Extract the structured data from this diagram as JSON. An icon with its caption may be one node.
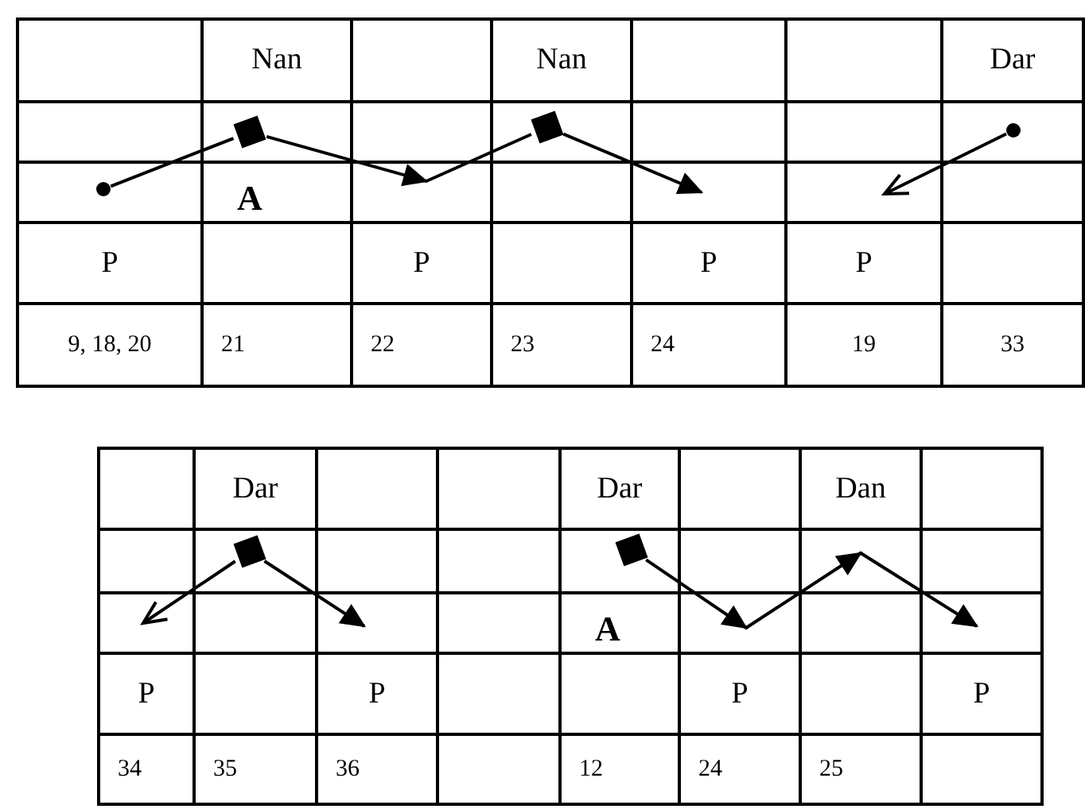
{
  "diagram": {
    "nodes": [
      {
        "text": [],
        "shape": "circle"
      },
      {
        "text": [],
        "shape": "box"
      },
      {
        "text": [],
        "shape": "box"
      },
      {
        "text": [],
        "shape": "circle"
      },
      {
        "text": [],
        "shape": "box"
      },
      {
        "text": [],
        "shape": "box"
      }
    ],
    "edges": [
      {
        "from": 0,
        "to": 1,
        "arrow": "none"
      },
      {
        "from": 1,
        "to": 2,
        "arrow": "to"
      },
      {
        "from": 2,
        "to": null,
        "arrow": "to"
      },
      {
        "from": 3,
        "to": null,
        "arrow": "to"
      },
      {
        "from": 4,
        "to": null,
        "arrow": "to"
      },
      {
        "from": 4,
        "to": null,
        "arrow": "to"
      },
      {
        "from": 5,
        "to": null,
        "arrow": "to"
      }
    ],
    "labels": [
      "Nan",
      "Nan",
      "Dar",
      "A",
      "P",
      "P",
      "P",
      "P",
      "9, 18, 20",
      "21",
      "22",
      "23",
      "24",
      "19",
      "33",
      "Dar",
      "Dar",
      "Dan",
      "A",
      "P",
      "P",
      "P",
      "P",
      "34",
      "35",
      "36",
      "12",
      "24",
      "25"
    ]
  }
}
